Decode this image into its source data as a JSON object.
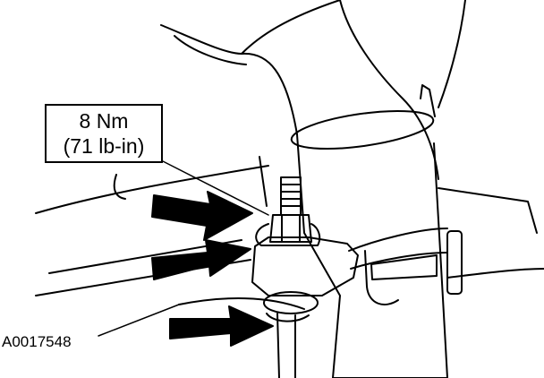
{
  "callout": {
    "torque_metric": "8 Nm",
    "torque_imperial": "(71 lb-in)"
  },
  "figure_id": "A0017548",
  "colors": {
    "ink": "#000000",
    "paper": "#ffffff"
  }
}
